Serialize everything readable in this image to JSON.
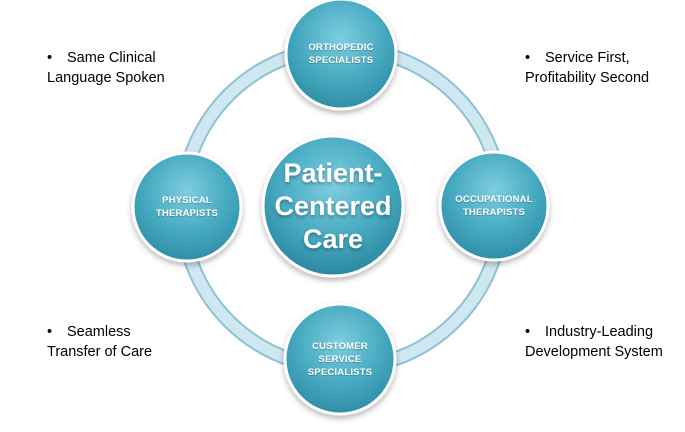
{
  "center": {
    "label": "Patient-\nCentered\nCare"
  },
  "nodes": {
    "top": "ORTHOPEDIC\nSPECIALISTS",
    "left": "PHYSICAL\nTHERAPISTS",
    "right": "OCCUPATIONAL\nTHERAPISTS",
    "bottom": "CUSTOMER\nSERVICE\nSPECIALISTS"
  },
  "bullets": {
    "top_left": {
      "marker": "•",
      "line1": "Same Clinical",
      "line2": "Language Spoken"
    },
    "top_right": {
      "marker": "•",
      "line1": "Service First,",
      "line2": "Profitability Second"
    },
    "bottom_left": {
      "marker": "•",
      "line1": "Seamless",
      "line2": "Transfer of Care"
    },
    "bottom_right": {
      "marker": "•",
      "line1": "Industry-Leading",
      "line2": "Development System"
    }
  },
  "colors": {
    "node_fill": "#4aaec4",
    "node_fill_light": "#6cc3d6",
    "node_stroke": "#ffffff",
    "ring": "#b9dbe8",
    "ring_edge": "#8fc1d4"
  }
}
